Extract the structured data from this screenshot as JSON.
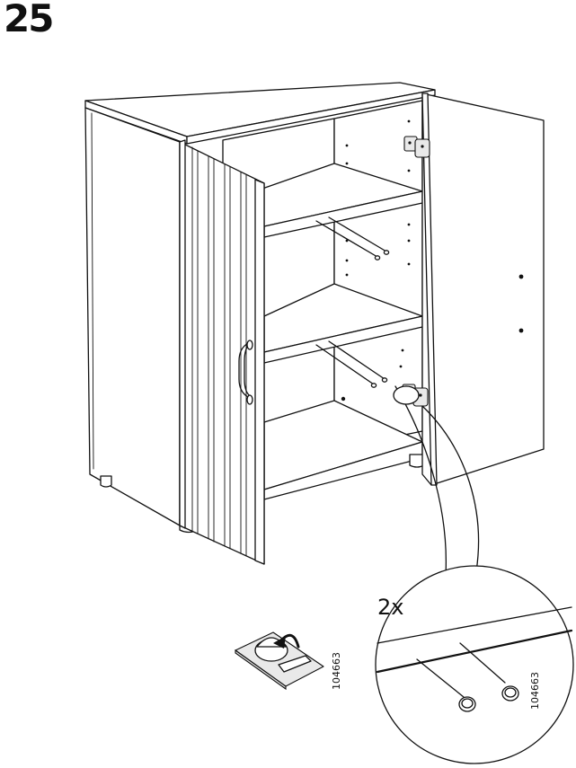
{
  "step": {
    "number": "25"
  },
  "callout": {
    "quantity": "2x"
  },
  "parts": {
    "code_left": "104663",
    "code_right": "104663"
  },
  "icons": [
    "cabinet-illustration",
    "shelf-pin-detail-icon",
    "pin-press-icon",
    "rotate-arrow-icon",
    "hinge-icon"
  ]
}
